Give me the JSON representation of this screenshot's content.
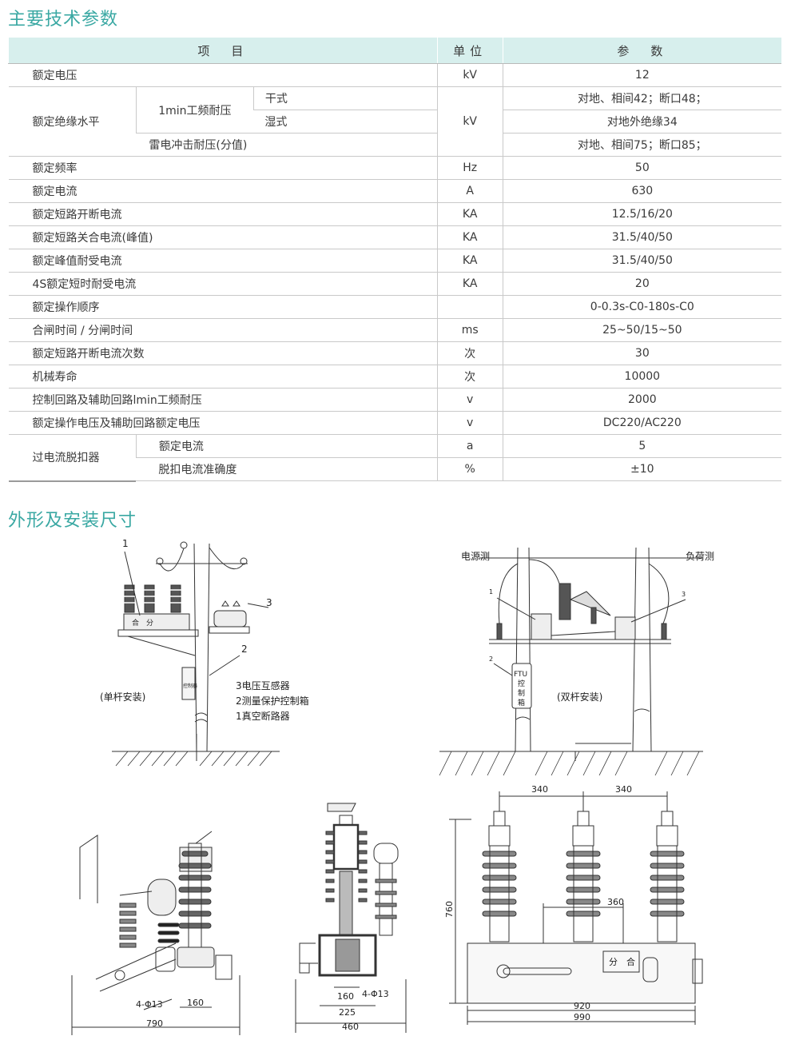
{
  "section1": {
    "title": "主要技术参数"
  },
  "table": {
    "headers": {
      "item": "项　目",
      "unit": "单位",
      "param": "参　数"
    },
    "rows": {
      "rated_voltage": {
        "label": "额定电压",
        "unit": "kV",
        "value": "12"
      },
      "insulation": {
        "label": "额定绝缘水平",
        "sub_1min": "1min工频耐压",
        "dry": "干式",
        "wet": "湿式",
        "lightning": "雷电冲击耐压(分值)",
        "unit": "kV",
        "dry_value": "对地、相间42；断口48；",
        "wet_value": "对地外绝缘34",
        "lightning_value": "对地、相间75；断口85；"
      },
      "freq": {
        "label": "额定频率",
        "unit": "Hz",
        "value": "50"
      },
      "current": {
        "label": "额定电流",
        "unit": "A",
        "value": "630"
      },
      "sc_break": {
        "label": "额定短路开断电流",
        "unit": "KA",
        "value": "12.5/16/20"
      },
      "sc_make": {
        "label": "额定短路关合电流(峰值)",
        "unit": "KA",
        "value": "31.5/40/50"
      },
      "peak": {
        "label": "额定峰值耐受电流",
        "unit": "KA",
        "value": "31.5/40/50"
      },
      "short_time": {
        "label": "4S额定短时耐受电流",
        "unit": "KA",
        "value": "20"
      },
      "op_seq": {
        "label": "额定操作顺序",
        "unit": "",
        "value": "0-0.3s-C0-180s-C0"
      },
      "time": {
        "label": "合闸时间 / 分闸时间",
        "unit": "ms",
        "value": "25~50/15~50"
      },
      "break_count": {
        "label": "额定短路开断电流次数",
        "unit": "次",
        "value": "30"
      },
      "mech_life": {
        "label": "机械寿命",
        "unit": "次",
        "value": "10000"
      },
      "ctrl_withstand": {
        "label": "控制回路及辅助回路lmin工频耐压",
        "unit": "v",
        "value": "2000"
      },
      "op_voltage": {
        "label": "额定操作电压及辅助回路额定电压",
        "unit": "v",
        "value": "DC220/AC220"
      },
      "overcurrent": {
        "label": "过电流脱扣器",
        "rated_label": "额定电流",
        "rated_unit": "a",
        "rated_value": "5",
        "acc_label": "脱扣电流准确度",
        "acc_unit": "%",
        "acc_value": "±10"
      }
    }
  },
  "section2": {
    "title": "外形及安装尺寸"
  },
  "drawings": {
    "single": {
      "caption": "(单杆安装)",
      "n1": "1",
      "n2": "2",
      "n3": "3",
      "legend3": "3电压互感器",
      "legend2": "2测量保护控制箱",
      "legend1": "1真空断路器",
      "switch_label": "合　分",
      "box_label": "控制器"
    },
    "double": {
      "caption": "(双杆安装)",
      "source": "电源测",
      "load": "负荷测",
      "n1": "1",
      "n2": "2",
      "n3": "3",
      "ftu1": "FTU",
      "ftu2": "控",
      "ftu3": "制",
      "ftu4": "箱"
    },
    "side": {
      "d1": "4-Φ13",
      "d2": "160",
      "d3": "790"
    },
    "section": {
      "d1": "160",
      "d2": "4-Φ13",
      "d3": "225",
      "d4": "460"
    },
    "front": {
      "d1": "340",
      "d2": "340",
      "d3": "760",
      "d4": "360",
      "d5": "920",
      "d6": "990",
      "panel": "分　合"
    }
  }
}
